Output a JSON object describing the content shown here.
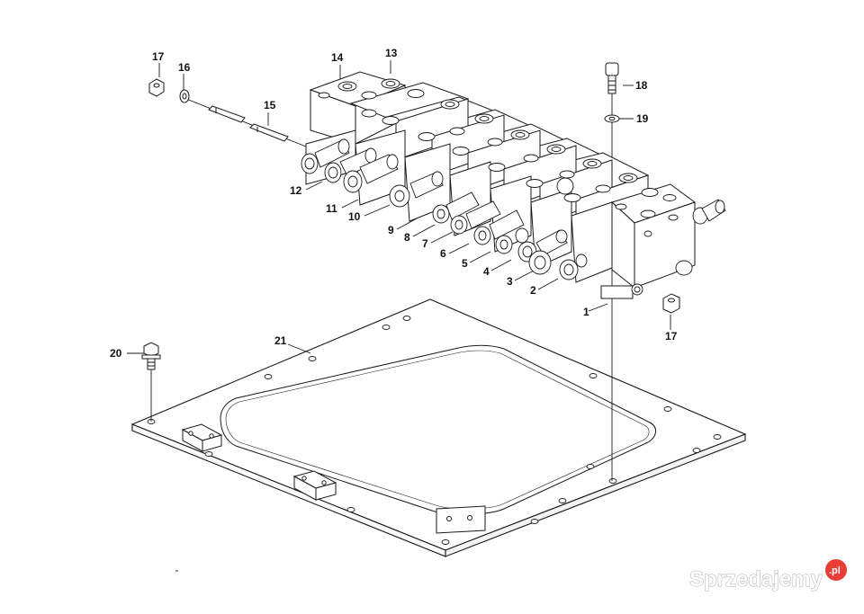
{
  "diagram": {
    "callouts": {
      "c1": "1",
      "c2": "2",
      "c3": "3",
      "c4": "4",
      "c5": "5",
      "c6": "6",
      "c7": "7",
      "c8": "8",
      "c9": "9",
      "c10": "10",
      "c11": "11",
      "c12": "12",
      "c13": "13",
      "c14": "14",
      "c15": "15",
      "c16": "16",
      "c17a": "17",
      "c17b": "17",
      "c18": "18",
      "c19": "19",
      "c20": "20",
      "c21": "21"
    }
  },
  "watermark": {
    "text": "Sprzedajemy",
    "badge": ".pl"
  },
  "colors": {
    "line": "#1a1a1a",
    "badge": "#e8342b",
    "watermark": "#bdbdbd"
  }
}
